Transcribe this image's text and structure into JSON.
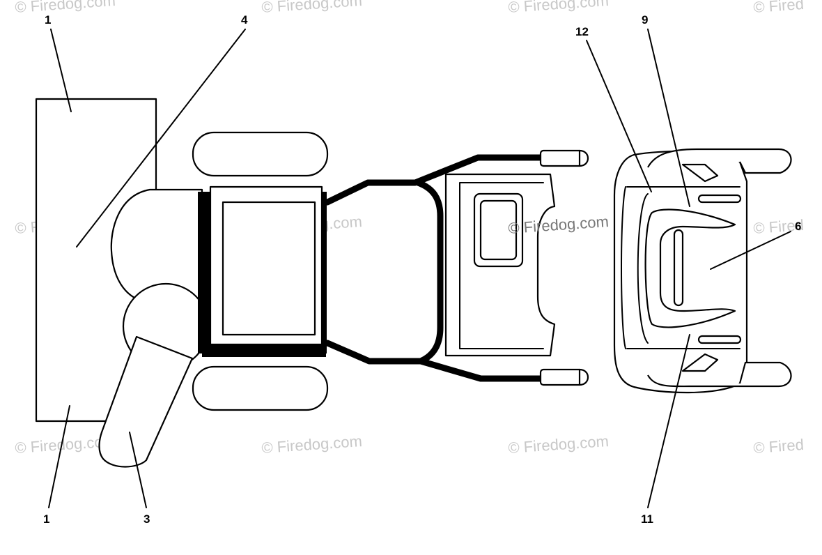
{
  "callouts": {
    "c1_top": "1",
    "c4": "4",
    "c12": "12",
    "c9": "9",
    "c6": "6",
    "c1_bottom": "1",
    "c3": "3",
    "c11": "11"
  },
  "watermark": {
    "text": "© Firedog.com",
    "partial_text": "© Fired",
    "color": "#c8c8c8"
  },
  "colors": {
    "line": "#000000",
    "background": "#ffffff"
  }
}
